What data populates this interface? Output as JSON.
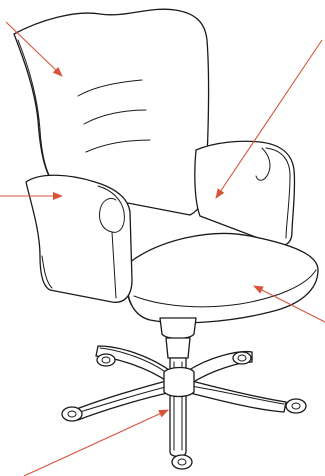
{
  "figure": {
    "subject": "office-chair-line-drawing",
    "colors": {
      "line": "#1a1a1a",
      "callout": "#d9533b",
      "background": "#ffffff"
    },
    "callouts": [
      {
        "id": "backrest",
        "target": "backrest"
      },
      {
        "id": "right-armrest",
        "target": "armrest-right"
      },
      {
        "id": "left-armrest",
        "target": "armrest-left"
      },
      {
        "id": "seat",
        "target": "seat-cushion"
      },
      {
        "id": "base",
        "target": "gas-lift-column"
      }
    ]
  }
}
